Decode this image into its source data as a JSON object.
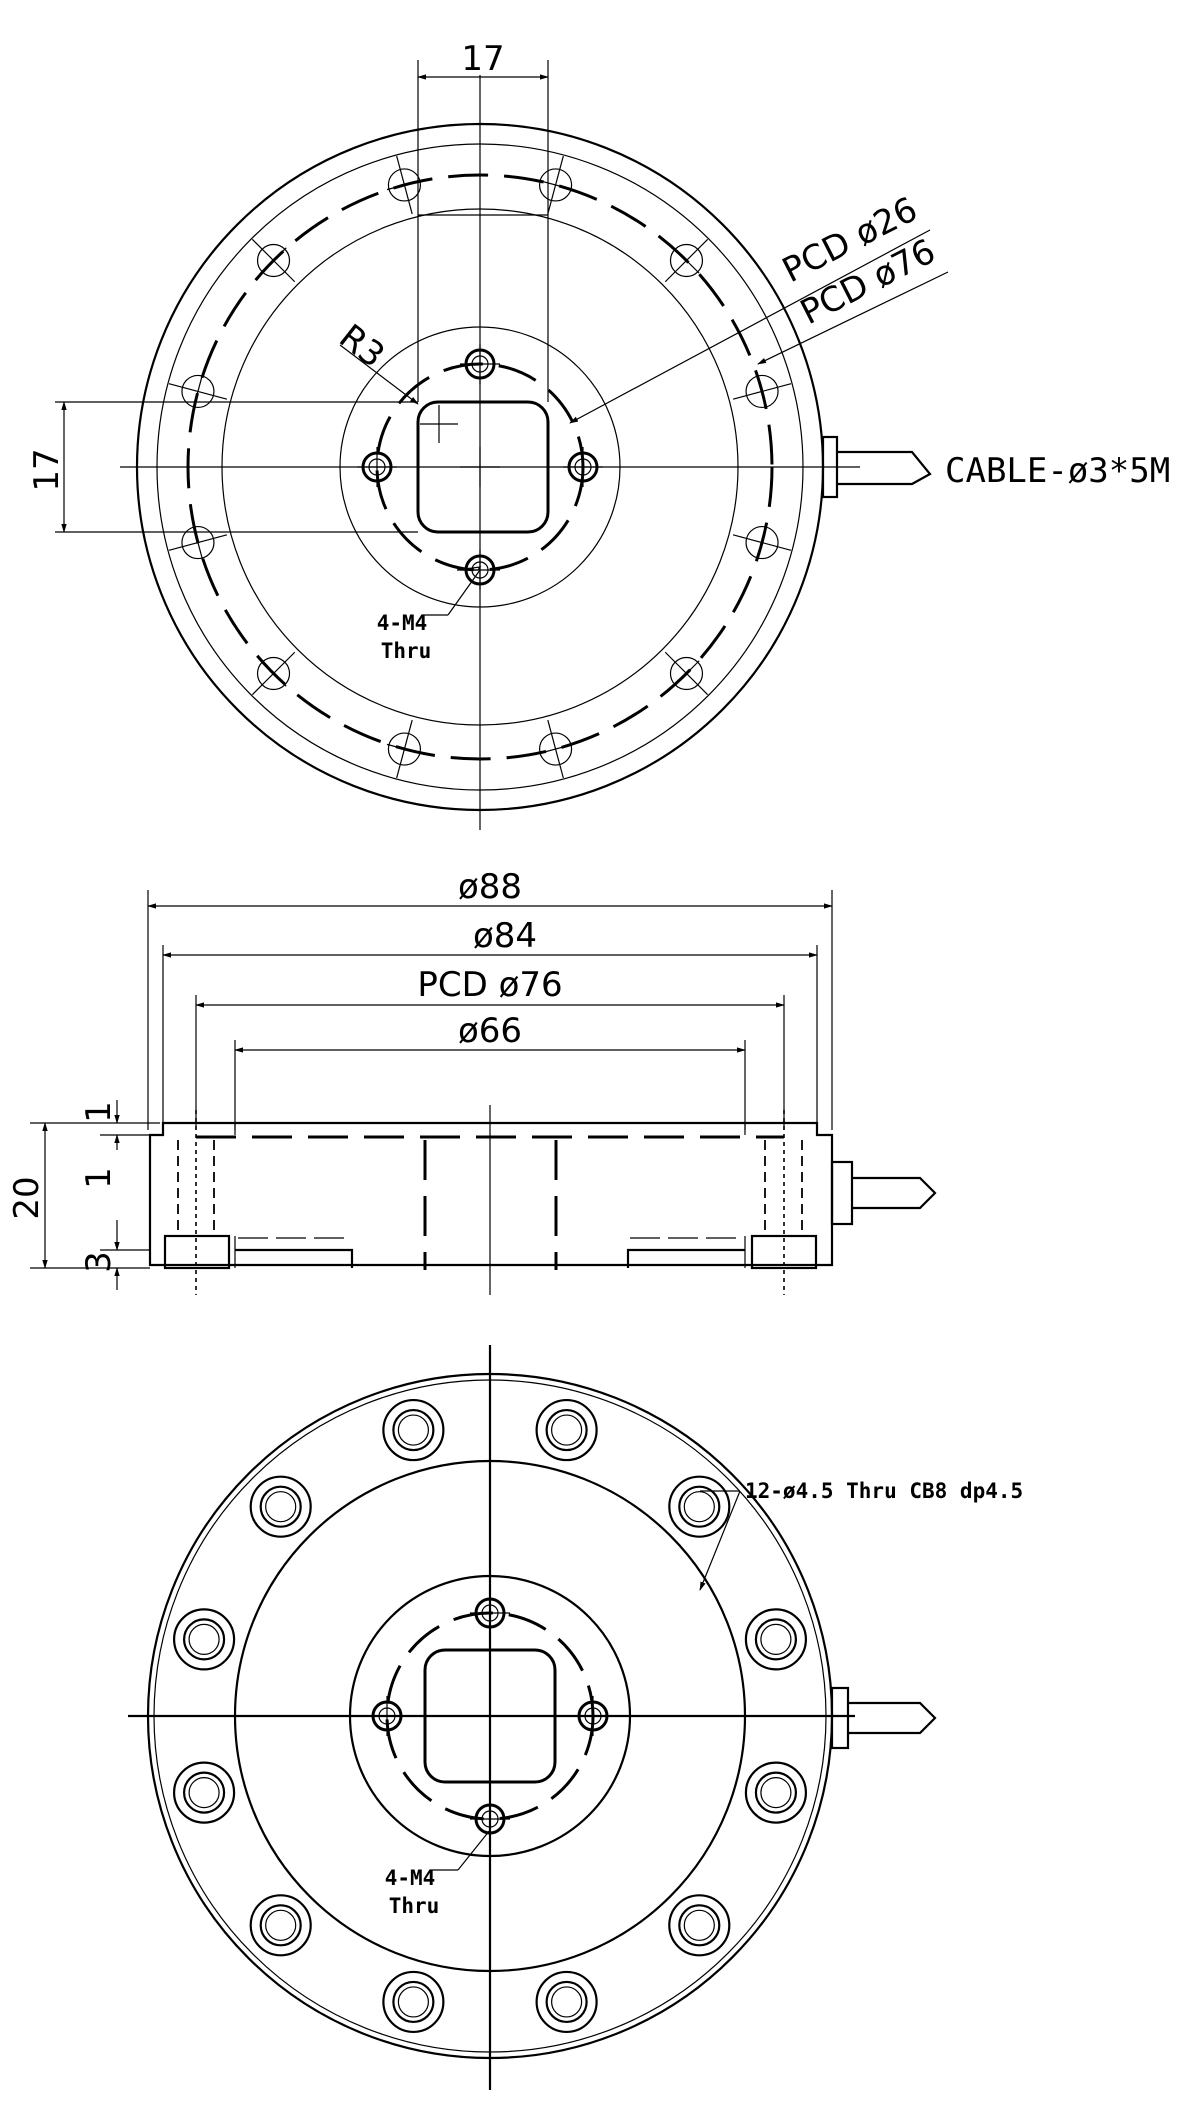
{
  "top_view": {
    "width_top": "17",
    "height_left": "17",
    "radius": "R3",
    "pcd_inner": "PCD ø26",
    "pcd_outer": "PCD ø76",
    "cable": "CABLE-ø3*5M",
    "hole_note_1": "4-M4",
    "hole_note_2": "Thru"
  },
  "side_view": {
    "dia_outer": "ø88",
    "dia_84": "ø84",
    "pcd": "PCD ø76",
    "dia_66": "ø66",
    "height_total": "20",
    "height_top": "1",
    "height_mid": "1",
    "height_bottom": "3"
  },
  "bottom_view": {
    "bolt_note": "12-ø4.5 Thru CB8 dp4.5",
    "hole_note_1": "4-M4",
    "hole_note_2": "Thru"
  }
}
